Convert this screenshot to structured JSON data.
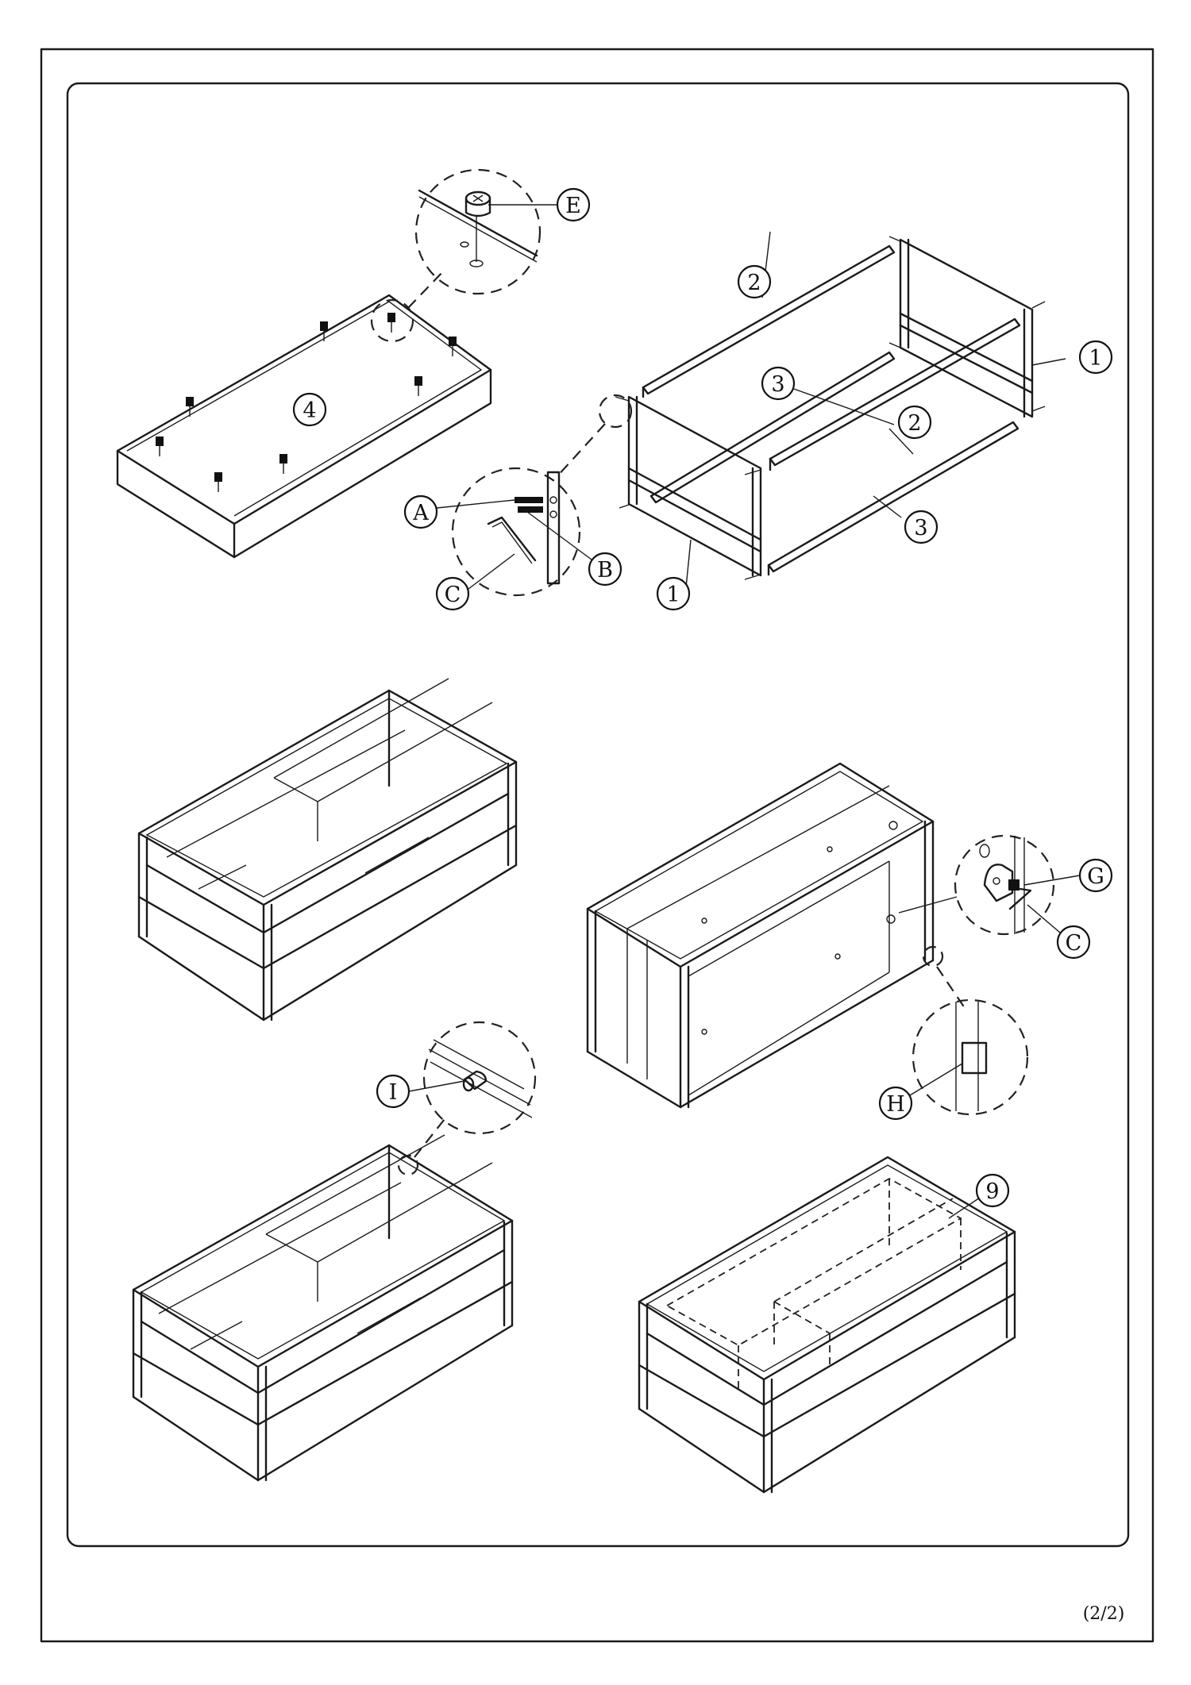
{
  "labels": {
    "part_1": "1",
    "part_2": "2",
    "part_3": "3",
    "part_4": "4",
    "part_9": "9",
    "hw_A": "A",
    "hw_B": "B",
    "hw_C": "C",
    "hw_E": "E",
    "hw_G": "G",
    "hw_H": "H",
    "hw_I": "I"
  },
  "page_number": "(2/2)"
}
